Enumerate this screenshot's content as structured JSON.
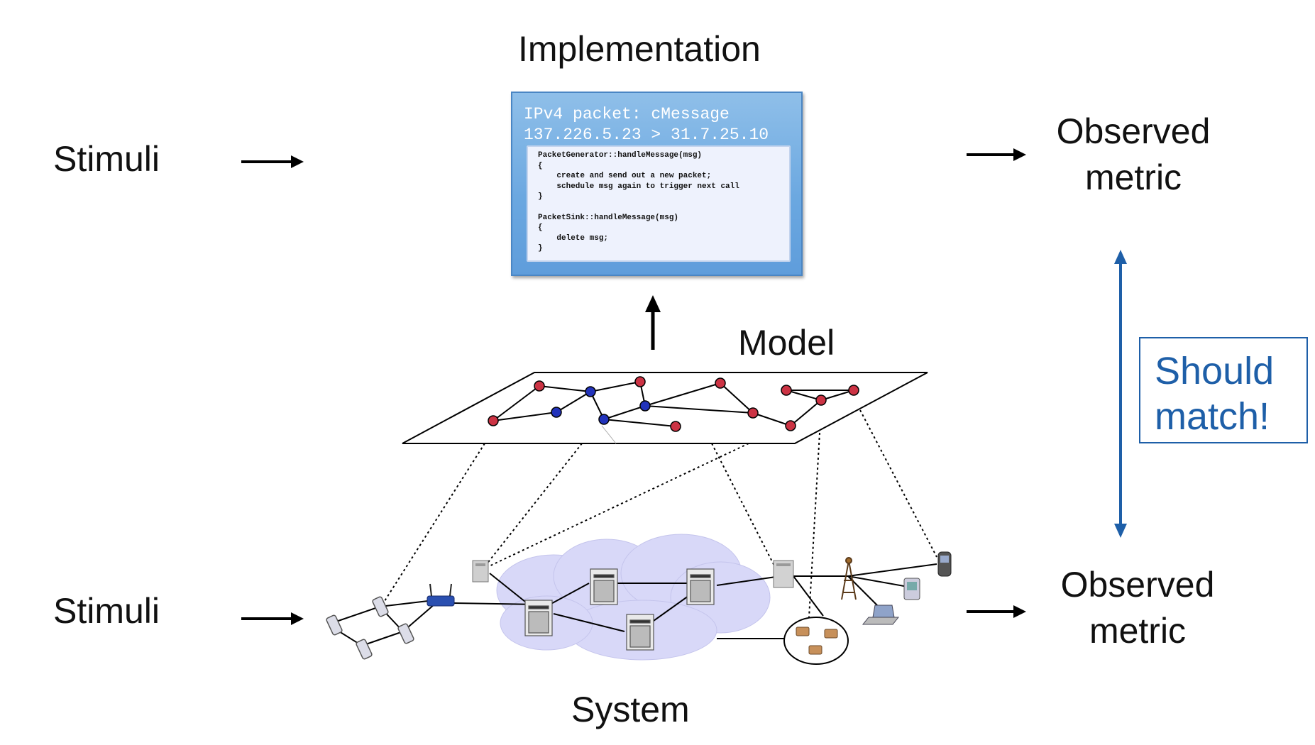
{
  "labels": {
    "implementation": "Implementation",
    "model": "Model",
    "system": "System",
    "stimuli_top": "Stimuli",
    "stimuli_bottom": "Stimuli",
    "observed_top": "Observed\nmetric",
    "observed_bottom": "Observed\nmetric",
    "should_match": "Should\nmatch!"
  },
  "implementation_box": {
    "header": "IPv4 packet: cMessage\n137.226.5.23 > 31.7.25.10",
    "code": "PacketGenerator::handleMessage(msg)\n{\n    create and send out a new packet;\n    schedule msg again to trigger next call\n}\n\nPacketSink::handleMessage(msg)\n{\n    delete msg;\n}"
  },
  "colors": {
    "accent_blue": "#1e5fa8",
    "node_red": "#cc3344",
    "node_blue": "#2233bb",
    "cloud": "#d8d8f8",
    "impl_box": "#6aa7e0"
  }
}
